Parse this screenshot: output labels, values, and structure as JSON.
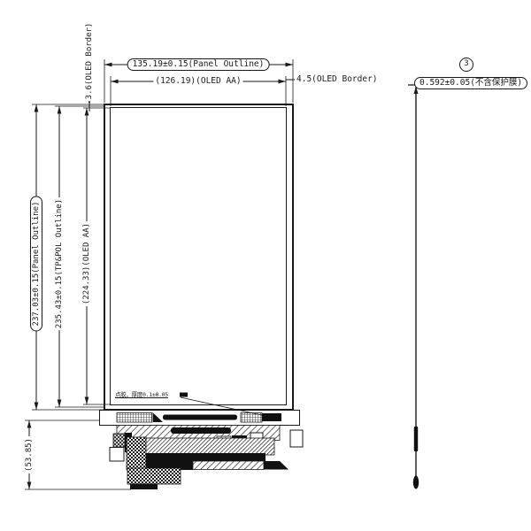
{
  "drawing": {
    "background": "#ffffff",
    "line_color": "#1a1a1a",
    "top_dims": {
      "panel_outline_width": "135.19±0.15(Panel Outline)",
      "oled_aa_width": "(126.19)(OLED AA)",
      "oled_border_right": "4.5(OLED Border)",
      "oled_border_top": "3.6(OLED Border)"
    },
    "left_dims": {
      "panel_outline_height": "237.03±0.15(Panel Outline)",
      "tp_pol_outline_height": "235.43±0.15(TP&POL Outline)",
      "oled_aa_height": "(224.33)(OLED AA)",
      "fpc_fold_length": "(53.85)"
    },
    "notes": {
      "glue_note": "点胶，厚度0.1±0.05"
    },
    "side_view": {
      "callout_number": "3",
      "thickness_dim": "0.592±0.05(不含保护膜)"
    }
  }
}
